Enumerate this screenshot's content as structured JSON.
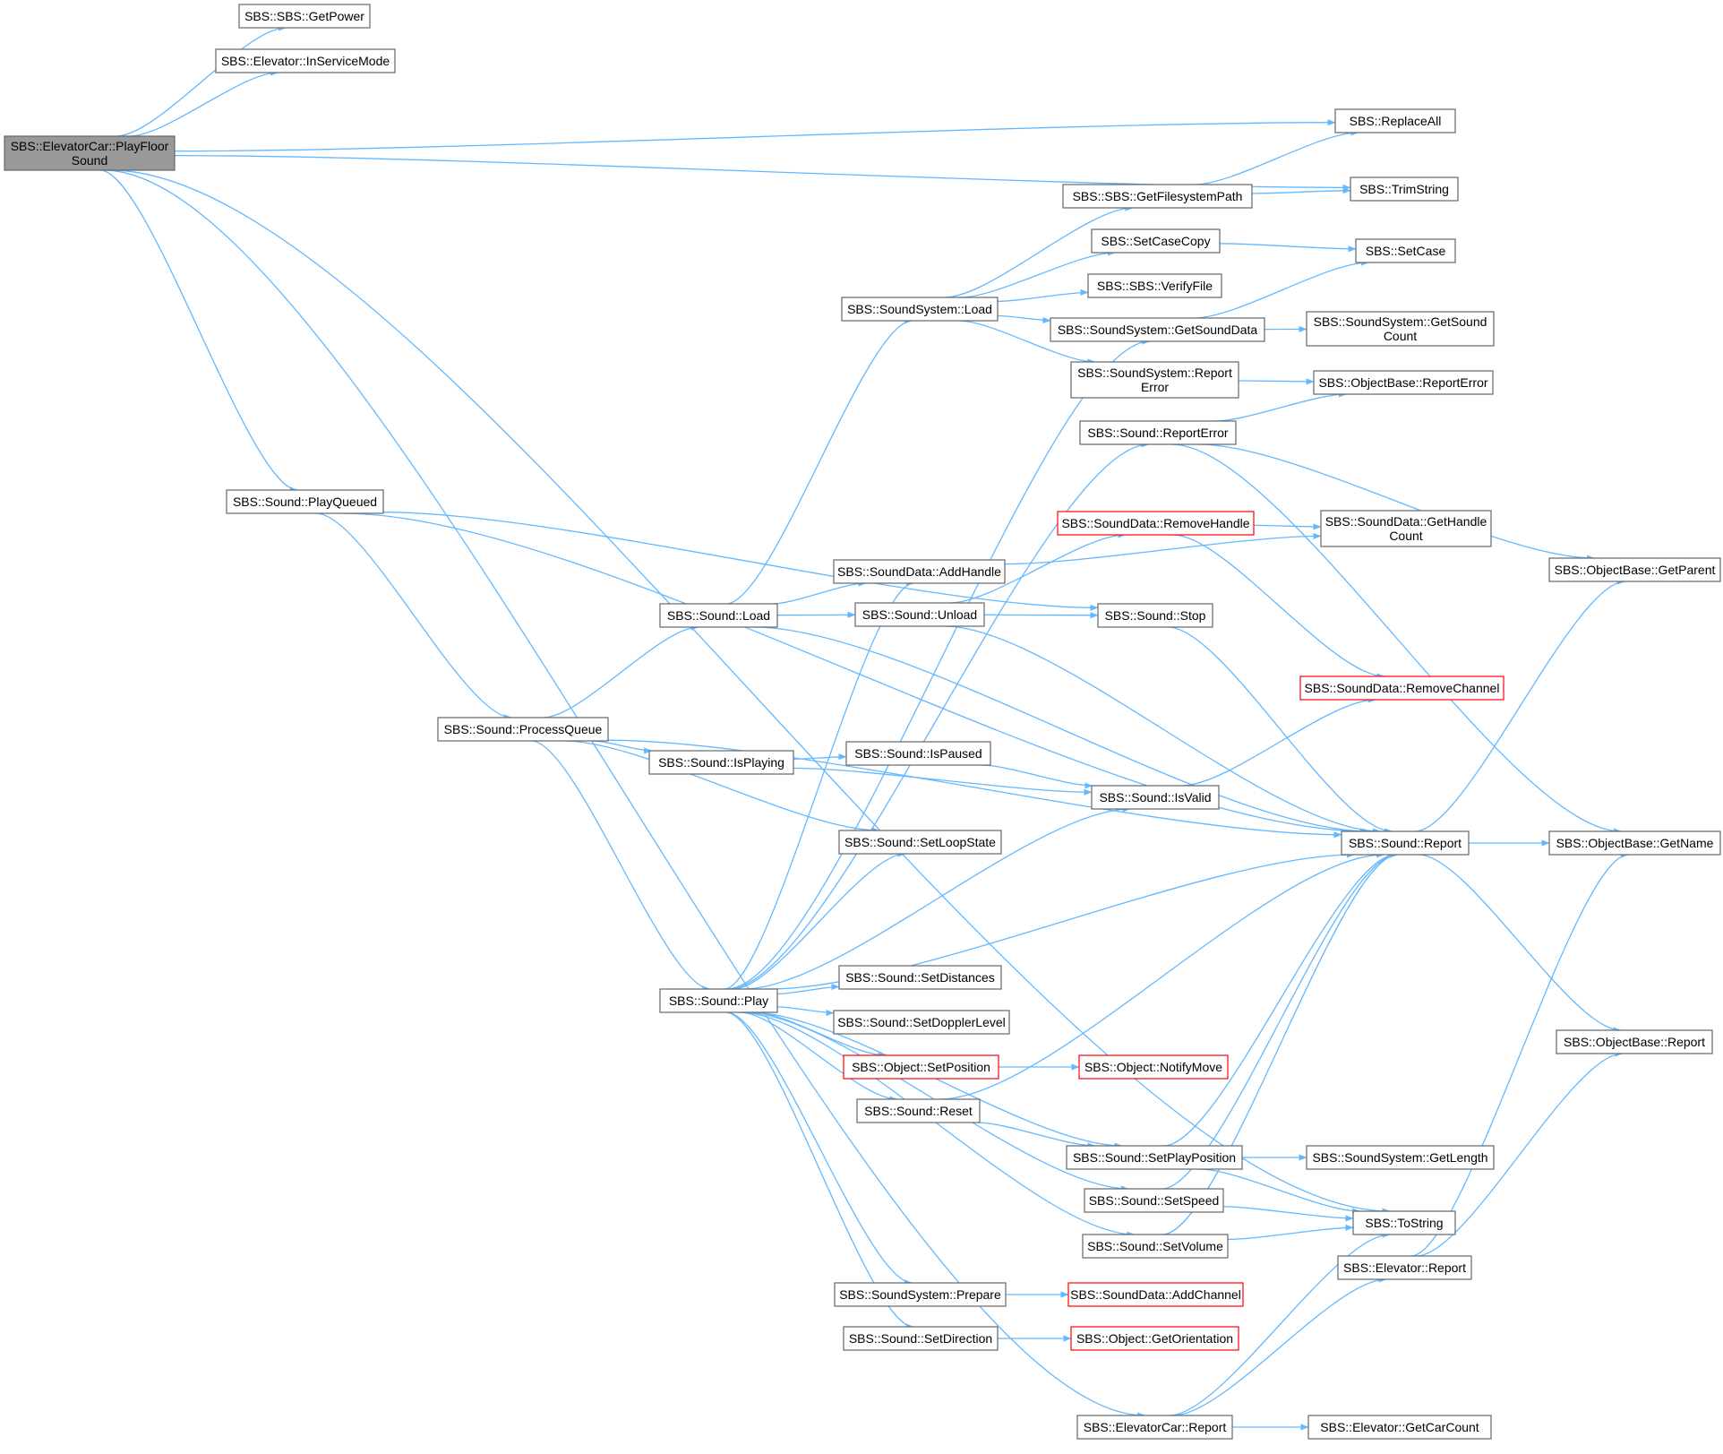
{
  "colors": {
    "edge": "#63b8ff",
    "node_border": "#666666",
    "node_fill": "#ffffff",
    "root_fill": "#999999",
    "root_border": "#666666",
    "truncated_border": "#ff0000"
  },
  "nodes": {
    "root": {
      "lines": [
        "SBS::ElevatorCar::PlayFloor",
        "Sound"
      ],
      "kind": "root"
    },
    "getpower": {
      "lines": [
        "SBS::SBS::GetPower"
      ]
    },
    "inservicemode": {
      "lines": [
        "SBS::Elevator::InServiceMode"
      ]
    },
    "replaceall": {
      "lines": [
        "SBS::ReplaceAll"
      ]
    },
    "trimstring": {
      "lines": [
        "SBS::TrimString"
      ]
    },
    "getfilesystempath": {
      "lines": [
        "SBS::SBS::GetFilesystemPath"
      ]
    },
    "setcasecopy": {
      "lines": [
        "SBS::SetCaseCopy"
      ]
    },
    "setcase": {
      "lines": [
        "SBS::SetCase"
      ]
    },
    "verifyfile": {
      "lines": [
        "SBS::SBS::VerifyFile"
      ]
    },
    "ss_load": {
      "lines": [
        "SBS::SoundSystem::Load"
      ]
    },
    "getsounddata": {
      "lines": [
        "SBS::SoundSystem::GetSoundData"
      ]
    },
    "getsoundcount": {
      "lines": [
        "SBS::SoundSystem::GetSound",
        "Count"
      ]
    },
    "ss_reporterror": {
      "lines": [
        "SBS::SoundSystem::Report",
        "Error"
      ]
    },
    "ob_reporterror": {
      "lines": [
        "SBS::ObjectBase::ReportError"
      ]
    },
    "s_reporterror": {
      "lines": [
        "SBS::Sound::ReportError"
      ]
    },
    "playqueued": {
      "lines": [
        "SBS::Sound::PlayQueued"
      ]
    },
    "removehandle": {
      "lines": [
        "SBS::SoundData::RemoveHandle"
      ],
      "kind": "truncated"
    },
    "gethandlecount": {
      "lines": [
        "SBS::SoundData::GetHandle",
        "Count"
      ]
    },
    "getparent": {
      "lines": [
        "SBS::ObjectBase::GetParent"
      ]
    },
    "addhandle": {
      "lines": [
        "SBS::SoundData::AddHandle"
      ]
    },
    "s_load": {
      "lines": [
        "SBS::Sound::Load"
      ]
    },
    "unload": {
      "lines": [
        "SBS::Sound::Unload"
      ]
    },
    "stop": {
      "lines": [
        "SBS::Sound::Stop"
      ]
    },
    "removechannel": {
      "lines": [
        "SBS::SoundData::RemoveChannel"
      ],
      "kind": "truncated"
    },
    "processqueue": {
      "lines": [
        "SBS::Sound::ProcessQueue"
      ]
    },
    "isplaying": {
      "lines": [
        "SBS::Sound::IsPlaying"
      ]
    },
    "ispaused": {
      "lines": [
        "SBS::Sound::IsPaused"
      ]
    },
    "isvalid": {
      "lines": [
        "SBS::Sound::IsValid"
      ]
    },
    "s_report": {
      "lines": [
        "SBS::Sound::Report"
      ]
    },
    "getname": {
      "lines": [
        "SBS::ObjectBase::GetName"
      ]
    },
    "setloopstate": {
      "lines": [
        "SBS::Sound::SetLoopState"
      ]
    },
    "setdistances": {
      "lines": [
        "SBS::Sound::SetDistances"
      ]
    },
    "play": {
      "lines": [
        "SBS::Sound::Play"
      ]
    },
    "setdopplerlevel": {
      "lines": [
        "SBS::Sound::SetDopplerLevel"
      ]
    },
    "ob_report": {
      "lines": [
        "SBS::ObjectBase::Report"
      ]
    },
    "setposition": {
      "lines": [
        "SBS::Object::SetPosition"
      ],
      "kind": "truncated"
    },
    "notifymove": {
      "lines": [
        "SBS::Object::NotifyMove"
      ],
      "kind": "truncated"
    },
    "reset": {
      "lines": [
        "SBS::Sound::Reset"
      ]
    },
    "setplayposition": {
      "lines": [
        "SBS::Sound::SetPlayPosition"
      ]
    },
    "getlength": {
      "lines": [
        "SBS::SoundSystem::GetLength"
      ]
    },
    "setspeed": {
      "lines": [
        "SBS::Sound::SetSpeed"
      ]
    },
    "tostring": {
      "lines": [
        "SBS::ToString"
      ]
    },
    "setvolume": {
      "lines": [
        "SBS::Sound::SetVolume"
      ]
    },
    "el_report": {
      "lines": [
        "SBS::Elevator::Report"
      ]
    },
    "prepare": {
      "lines": [
        "SBS::SoundSystem::Prepare"
      ]
    },
    "addchannel": {
      "lines": [
        "SBS::SoundData::AddChannel"
      ],
      "kind": "truncated"
    },
    "setdirection": {
      "lines": [
        "SBS::Sound::SetDirection"
      ]
    },
    "getorientation": {
      "lines": [
        "SBS::Object::GetOrientation"
      ],
      "kind": "truncated"
    },
    "ec_report": {
      "lines": [
        "SBS::ElevatorCar::Report"
      ]
    },
    "getcarcount": {
      "lines": [
        "SBS::Elevator::GetCarCount"
      ]
    }
  },
  "edges": [
    [
      "root",
      "getpower"
    ],
    [
      "root",
      "inservicemode"
    ],
    [
      "root",
      "replaceall"
    ],
    [
      "root",
      "trimstring"
    ],
    [
      "root",
      "playqueued"
    ],
    [
      "root",
      "tostring"
    ],
    [
      "root",
      "ec_report"
    ],
    [
      "getfilesystempath",
      "replaceall"
    ],
    [
      "getfilesystempath",
      "trimstring"
    ],
    [
      "setcasecopy",
      "setcase"
    ],
    [
      "getsounddata",
      "setcase"
    ],
    [
      "getsounddata",
      "getsoundcount"
    ],
    [
      "ss_load",
      "getfilesystempath"
    ],
    [
      "ss_load",
      "setcasecopy"
    ],
    [
      "ss_load",
      "verifyfile"
    ],
    [
      "ss_load",
      "getsounddata"
    ],
    [
      "ss_load",
      "ss_reporterror"
    ],
    [
      "ss_reporterror",
      "ob_reporterror"
    ],
    [
      "s_reporterror",
      "ob_reporterror"
    ],
    [
      "s_reporterror",
      "getparent"
    ],
    [
      "s_reporterror",
      "getname"
    ],
    [
      "playqueued",
      "s_report"
    ],
    [
      "playqueued",
      "stop"
    ],
    [
      "playqueued",
      "processqueue"
    ],
    [
      "removehandle",
      "gethandlecount"
    ],
    [
      "removehandle",
      "removechannel"
    ],
    [
      "addhandle",
      "gethandlecount"
    ],
    [
      "s_load",
      "ss_load"
    ],
    [
      "s_load",
      "addhandle"
    ],
    [
      "s_load",
      "unload"
    ],
    [
      "s_load",
      "s_report"
    ],
    [
      "unload",
      "removehandle"
    ],
    [
      "unload",
      "stop"
    ],
    [
      "unload",
      "s_report"
    ],
    [
      "stop",
      "s_report"
    ],
    [
      "processqueue",
      "s_load"
    ],
    [
      "processqueue",
      "isplaying"
    ],
    [
      "processqueue",
      "s_report"
    ],
    [
      "processqueue",
      "setloopstate"
    ],
    [
      "processqueue",
      "play"
    ],
    [
      "isplaying",
      "ispaused"
    ],
    [
      "isplaying",
      "isvalid"
    ],
    [
      "ispaused",
      "isvalid"
    ],
    [
      "isvalid",
      "removechannel"
    ],
    [
      "s_report",
      "getparent"
    ],
    [
      "s_report",
      "getname"
    ],
    [
      "s_report",
      "ob_report"
    ],
    [
      "play",
      "getsounddata"
    ],
    [
      "play",
      "s_reporterror"
    ],
    [
      "play",
      "addhandle"
    ],
    [
      "play",
      "s_report"
    ],
    [
      "play",
      "isvalid"
    ],
    [
      "play",
      "setloopstate"
    ],
    [
      "play",
      "setdistances"
    ],
    [
      "play",
      "setdopplerlevel"
    ],
    [
      "play",
      "setposition"
    ],
    [
      "play",
      "reset"
    ],
    [
      "play",
      "setplayposition"
    ],
    [
      "play",
      "setspeed"
    ],
    [
      "play",
      "setvolume"
    ],
    [
      "play",
      "prepare"
    ],
    [
      "play",
      "setdirection"
    ],
    [
      "setposition",
      "notifymove"
    ],
    [
      "reset",
      "s_report"
    ],
    [
      "reset",
      "setplayposition"
    ],
    [
      "setplayposition",
      "s_report"
    ],
    [
      "setplayposition",
      "getlength"
    ],
    [
      "setplayposition",
      "tostring"
    ],
    [
      "setspeed",
      "s_report"
    ],
    [
      "setspeed",
      "tostring"
    ],
    [
      "setvolume",
      "s_report"
    ],
    [
      "setvolume",
      "tostring"
    ],
    [
      "el_report",
      "getname"
    ],
    [
      "el_report",
      "ob_report"
    ],
    [
      "prepare",
      "addchannel"
    ],
    [
      "setdirection",
      "getorientation"
    ],
    [
      "ec_report",
      "tostring"
    ],
    [
      "ec_report",
      "el_report"
    ],
    [
      "ec_report",
      "getcarcount"
    ]
  ]
}
